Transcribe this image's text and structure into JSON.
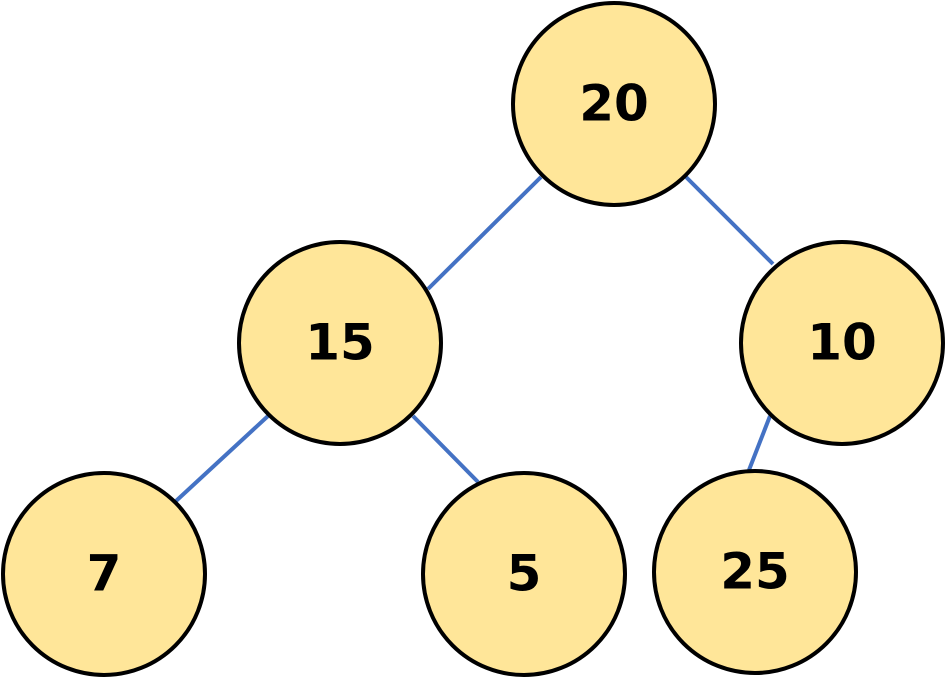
{
  "tree": {
    "colors": {
      "node_fill": "#FFE699",
      "node_stroke": "#000000",
      "edge": "#4472C4",
      "text": "#000000"
    },
    "nodes": [
      {
        "id": "n20",
        "label": "20"
      },
      {
        "id": "n15",
        "label": "15"
      },
      {
        "id": "n10",
        "label": "10"
      },
      {
        "id": "n7",
        "label": "7"
      },
      {
        "id": "n5",
        "label": "5"
      },
      {
        "id": "n25",
        "label": "25"
      }
    ],
    "edges": [
      {
        "from": "n20",
        "to": "n15"
      },
      {
        "from": "n20",
        "to": "n10"
      },
      {
        "from": "n15",
        "to": "n7"
      },
      {
        "from": "n15",
        "to": "n5"
      },
      {
        "from": "n10",
        "to": "n25"
      }
    ]
  }
}
